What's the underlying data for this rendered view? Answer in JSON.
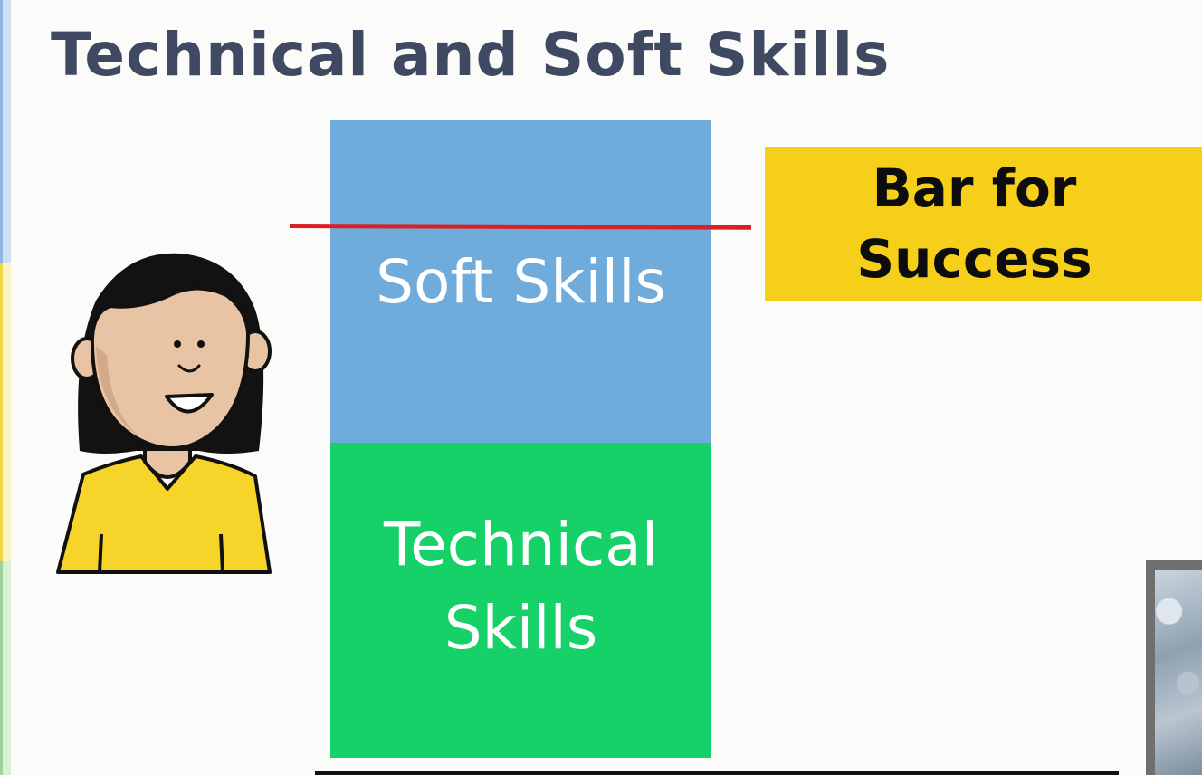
{
  "slide": {
    "title": "Technical and Soft Skills"
  },
  "diagram": {
    "soft_skills_label": "Soft Skills",
    "technical_skills_label_line1": "Technical",
    "technical_skills_label_line2": "Skills",
    "success_bar_line1": "Bar for",
    "success_bar_line2": "Success"
  },
  "colors": {
    "title": "#3f4a62",
    "soft_skills_block": "#70acdb",
    "technical_skills_block": "#15d167",
    "success_line": "#dc1f26",
    "success_box": "#f6cf1a",
    "avatar_shirt": "#f7d42a",
    "avatar_skin": "#e8c3a4",
    "avatar_hair": "#111111"
  },
  "icons": {
    "avatar": "person-avatar-icon",
    "corner_photo": "speaker-video-thumbnail"
  }
}
